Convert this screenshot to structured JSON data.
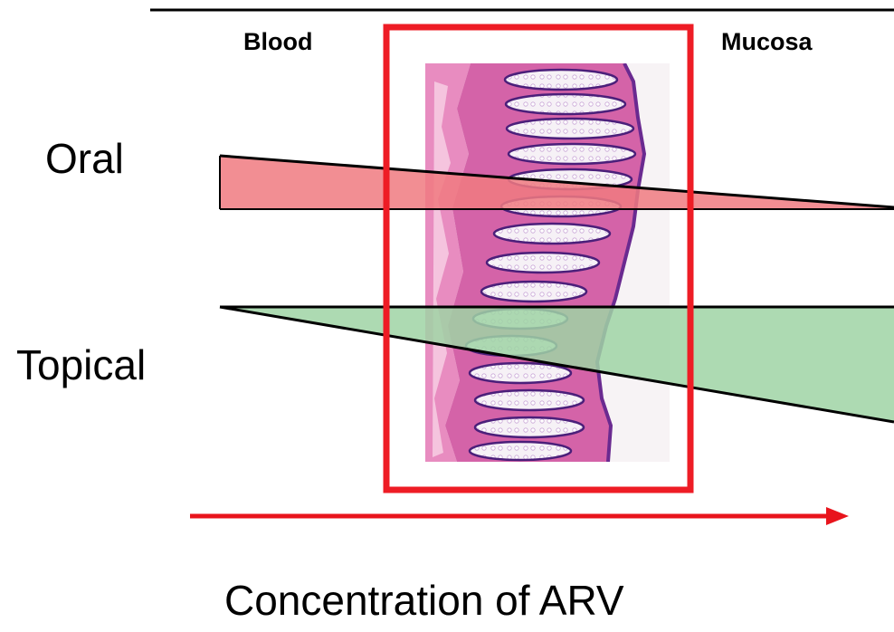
{
  "header": {
    "left_label": "Blood",
    "right_label": "Mucosa"
  },
  "rows": [
    {
      "label": "Oral",
      "fill_color": "#f07a80"
    },
    {
      "label": "Topical",
      "fill_color": "#9fd4a5"
    }
  ],
  "footer": {
    "caption": "Concentration of ARV",
    "arrow_color": "#e8141c"
  },
  "highlight": {
    "frame_color": "#ee1c25",
    "image_description_icon": "histology-tissue-section"
  },
  "colors": {
    "line": "#000000",
    "tissue_pink": "#d85aa8",
    "tissue_purple": "#5a2a8a",
    "tissue_bg": "#f4eef2"
  }
}
